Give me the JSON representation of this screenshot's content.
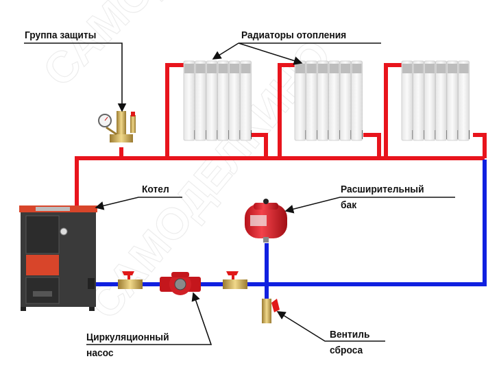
{
  "watermark": "САМОДЕЛКИНО",
  "labels": {
    "safety_group": "Группа защиты",
    "radiators": "Радиаторы отопления",
    "boiler": "Котел",
    "expansion_tank_line1": "Расширительный",
    "expansion_tank_line2": "бак",
    "pump_line1": "Циркуляционный",
    "pump_line2": "насос",
    "drain_valve_line1": "Вентиль",
    "drain_valve_line2": "сброса"
  },
  "colors": {
    "supply_pipe": "#e8141c",
    "return_pipe": "#1020e0",
    "boiler_body": "#3a3a3a",
    "boiler_accent": "#d8452a",
    "brass": "#c9a24a"
  }
}
